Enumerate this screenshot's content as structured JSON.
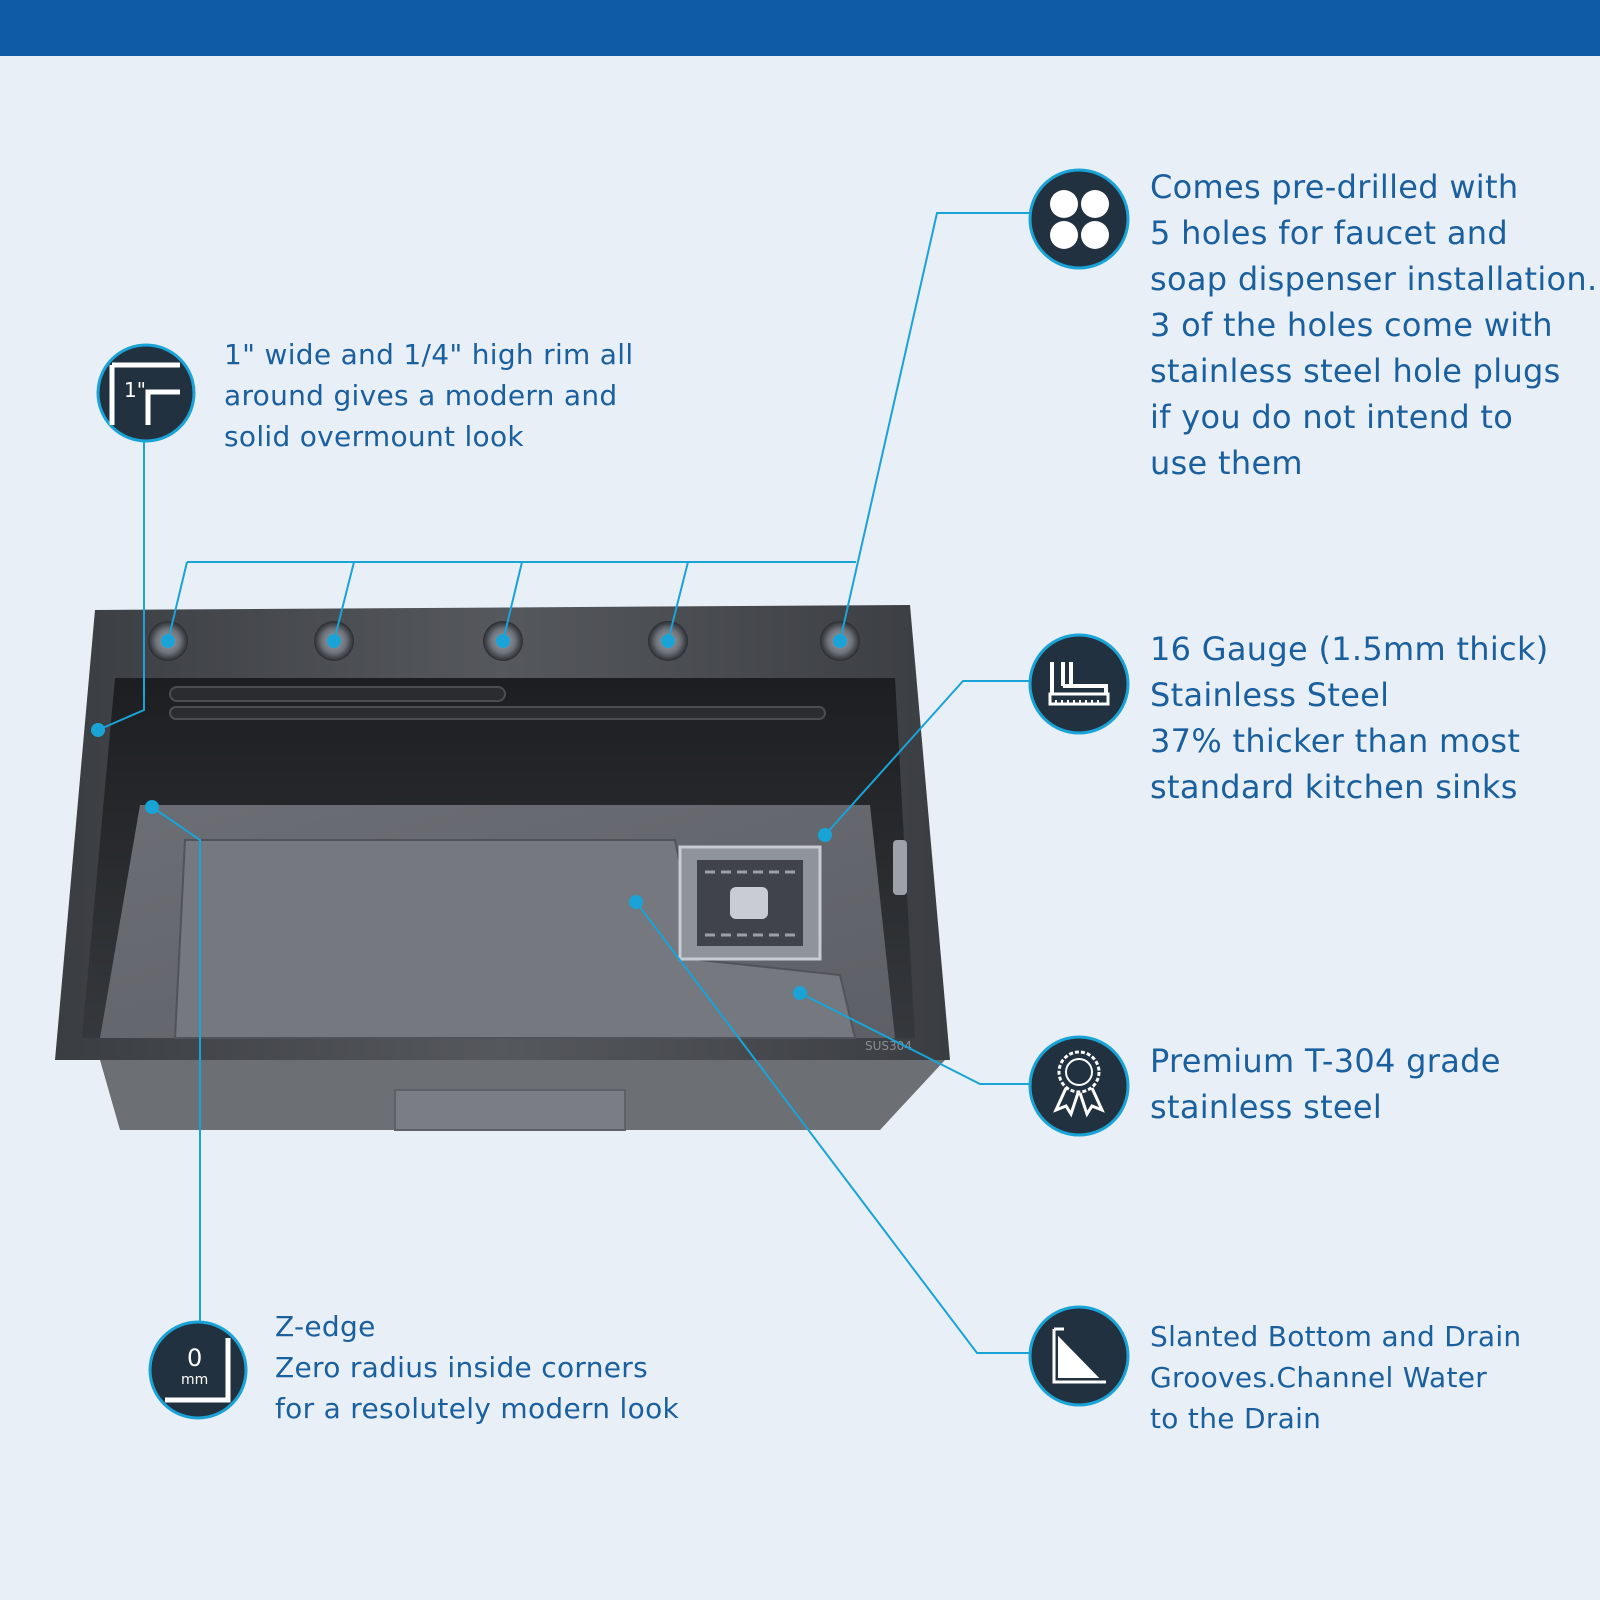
{
  "colors": {
    "header_bar": "#105ca4",
    "background": "#e8eff7",
    "text": "#1a5f9e",
    "leader_line": "#1aa3d6",
    "icon_fill": "#22313f"
  },
  "callouts": {
    "rim": {
      "icon": "rim-profile-icon",
      "icon_label": "1\"",
      "text": "1\" wide and 1/4\" high rim all\naround gives a modern and\nsolid overmount look"
    },
    "holes": {
      "icon": "four-holes-icon",
      "text": "Comes pre-drilled with\n5 holes for faucet and\nsoap dispenser installation.\n3 of the holes come with\nstainless steel hole plugs\n if you do not intend to\nuse them"
    },
    "gauge": {
      "icon": "thickness-gauge-icon",
      "text": "16 Gauge (1.5mm thick)\nStainless Steel\n37% thicker than most\nstandard kitchen sinks"
    },
    "grade": {
      "icon": "award-ribbon-icon",
      "text": "Premium T-304 grade\nstainless steel"
    },
    "zedge": {
      "icon": "zero-radius-icon",
      "icon_label_top": "0",
      "icon_label_bottom": "mm",
      "text": "Z-edge\nZero radius inside corners\nfor a resolutely modern look"
    },
    "slant": {
      "icon": "slanted-bottom-icon",
      "text": "Slanted Bottom and Drain\nGrooves.Channel Water\nto the Drain"
    }
  },
  "sink": {
    "stamp": "SUS304"
  }
}
